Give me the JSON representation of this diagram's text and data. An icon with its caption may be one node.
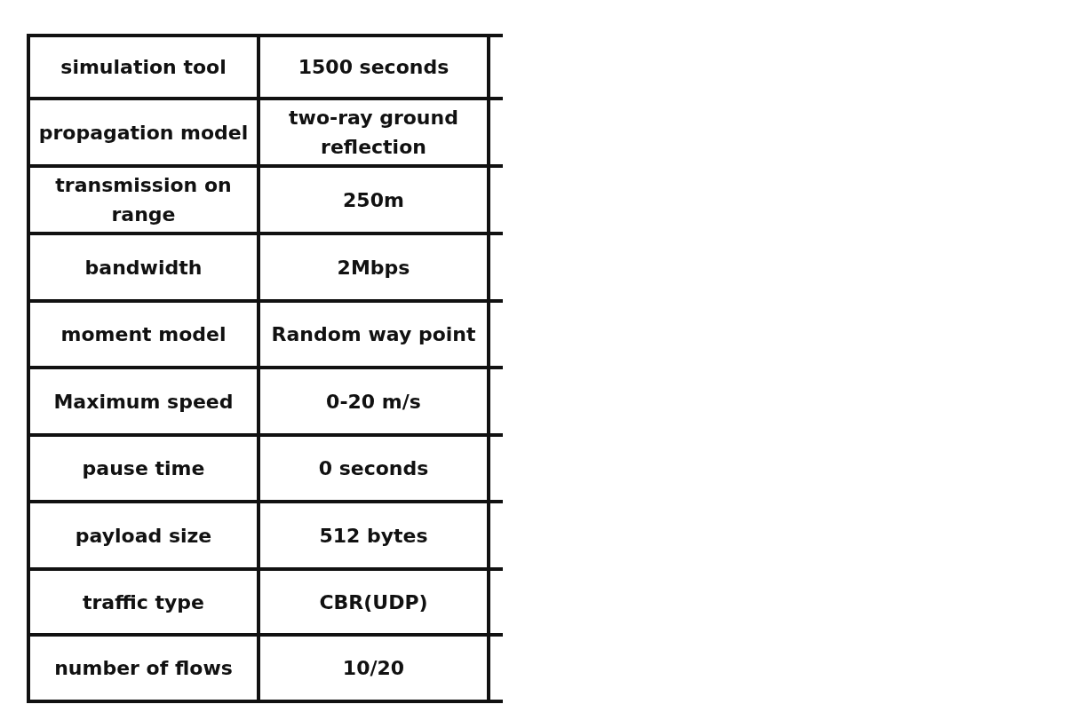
{
  "diagram": {
    "labels": [
      "simulation tool",
      "1500 seconds",
      "propagation model",
      "two-ray ground reflection",
      "transmission on range",
      "250m",
      "bandwidth",
      "2Mbps",
      "moment model",
      "Random way point",
      "Maximum speed",
      "0-20 m/s",
      "pause time",
      "0 seconds",
      "payload size",
      "512 bytes",
      "traffic type",
      "CBR(UDP)",
      "number of flows",
      "10/20"
    ]
  }
}
